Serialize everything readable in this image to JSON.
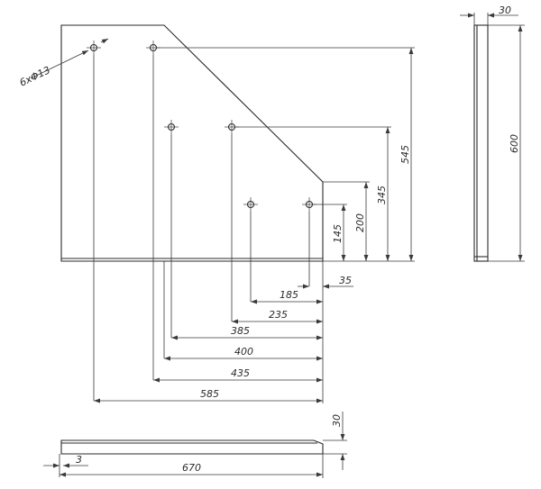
{
  "drawing": {
    "hole_callout": "6xΦ13",
    "front_view": {
      "horizontal_dimensions": [
        "35",
        "185",
        "235",
        "385",
        "400",
        "435",
        "585"
      ],
      "vertical_dimensions": [
        "145",
        "200",
        "345",
        "545"
      ]
    },
    "side_view": {
      "thickness": "30",
      "height": "600"
    },
    "top_view": {
      "height": "30",
      "offset": "3",
      "width": "670"
    }
  }
}
